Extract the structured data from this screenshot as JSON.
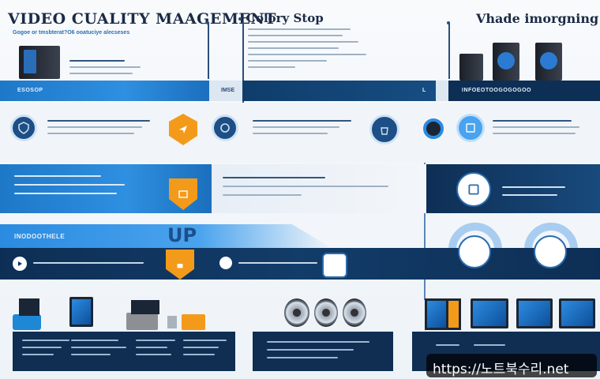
{
  "header": {
    "title_left": "VIDEO CUALITY MAAGEMENT",
    "subtitle_left": "Gogoe or tmsbterat?O6 ooatuciye alecseses",
    "title_center": "Colory Stop",
    "title_right": "Vhade imorgning"
  },
  "bands": {
    "band1_left": "ESOSOP",
    "band1_center": "IMSE",
    "band1_l": "L",
    "band1_right": "INFOEOTOOGOGOGOO",
    "band3_label": "INODOOTHELE",
    "band3_letters": "UP"
  },
  "footer": {
    "watermark": "https://노트북수리.net"
  },
  "colors": {
    "brand_blue": "#1e78c8",
    "navy": "#0f3d6b",
    "accent_orange": "#f39a1b",
    "dark_band": "#0e2f55"
  }
}
